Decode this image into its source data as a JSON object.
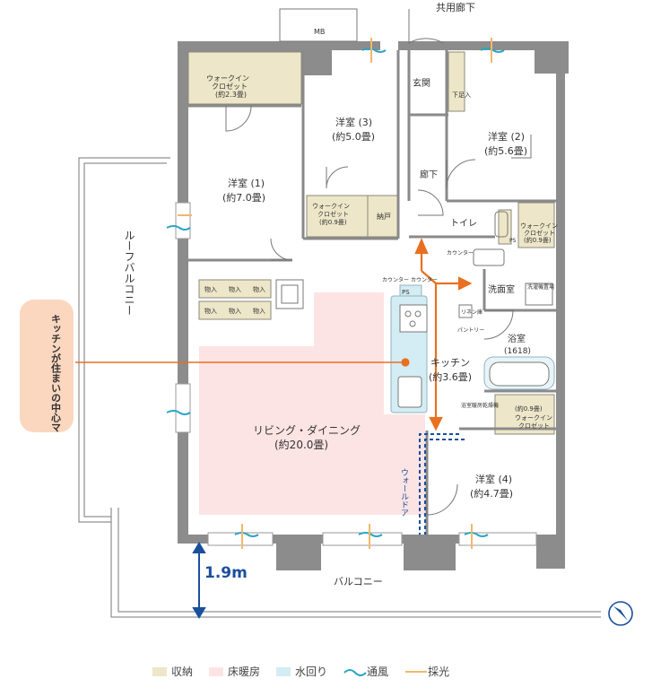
{
  "labels": {
    "corridor": "共用廊下",
    "mb": "MB",
    "entrance": "玄関",
    "shoe_storage": "下足入",
    "hallway": "廊下",
    "toilet": "トイレ",
    "washroom": "洗面室",
    "bath": "浴室",
    "bath_size": "(1618)",
    "kitchen": "キッチン",
    "kitchen_size": "(約3.6畳)",
    "living": "リビング・ダイニング",
    "living_size": "(約20.0畳)",
    "room1": "洋室 (1)",
    "room1_size": "(約7.0畳)",
    "room2": "洋室 (2)",
    "room2_size": "(約5.6畳)",
    "room3": "洋室 (3)",
    "room3_size": "(約5.0畳)",
    "room4": "洋室 (4)",
    "room4_size": "(約4.7畳)",
    "wic1": "ウォークイン",
    "wic1b": "クロゼット",
    "wic1_size": "(約2.3畳)",
    "wic2": "ウォークイン",
    "wic2b": "クロゼット",
    "wic2_size": "(約0.9畳)",
    "wic3": "ウォークイン",
    "wic3b": "クロゼット",
    "wic3_size": "(約0.9畳)",
    "wic4": "ウォークイン",
    "wic4b": "クロゼット",
    "wic4_size": "(約0.9畳)",
    "nando": "納戸",
    "storage": "物入",
    "counter1": "カウンター",
    "counter2": "カウンター",
    "counter3": "カウンター",
    "linen": "リネン庫",
    "pantry": "パントリー",
    "bath_dryer": "浴室暖房乾燥機",
    "laundry": "洗濯機置場",
    "ps": "PS",
    "wall_door": "ウォールドア",
    "roof_balcony": "ルーフバルコニー",
    "balcony": "バルコニー",
    "dimension": "1.9m",
    "callout": "キッチンが住まいの中心マルチウェイタイプ"
  },
  "legend": {
    "storage": "収納",
    "floor_heating": "床暖房",
    "water": "水回り",
    "ventilation": "通風",
    "daylight": "採光"
  },
  "colors": {
    "storage": "#ede6c8",
    "floor_heating": "#fde4e4",
    "water": "#d4ecf3",
    "wall": "#8a8a8a",
    "accent": "#e8701f",
    "blue": "#1a4f9c"
  }
}
